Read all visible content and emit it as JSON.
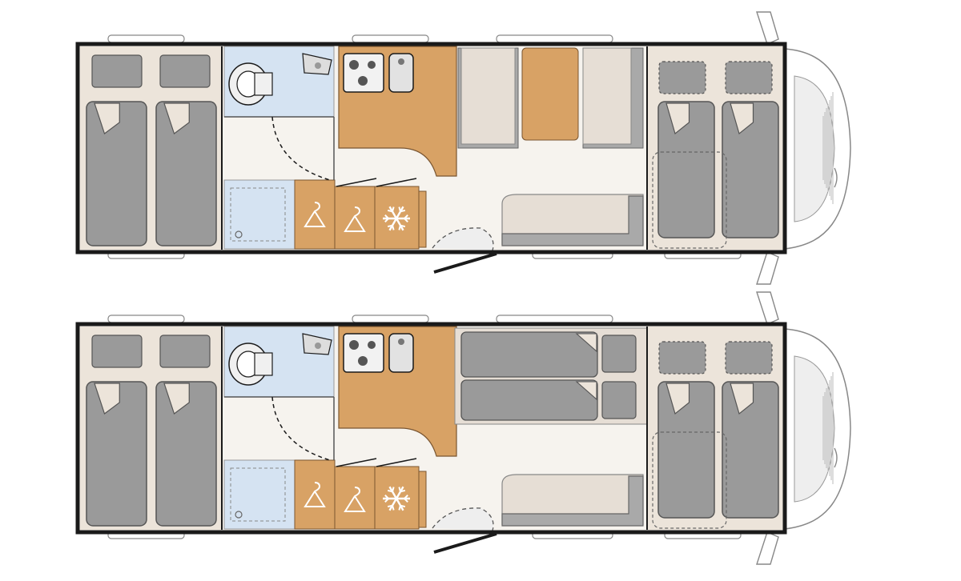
{
  "colors": {
    "wall": "#1a1a1a",
    "floor": "#f6f3ee",
    "bed_base": "#ece4da",
    "mattress": "#9a9a9a",
    "pillow": "#9a9a9a",
    "seat_light": "#e6ded5",
    "seat_grey": "#a9a9a9",
    "wood": "#d8a265",
    "bath": "#d5e3f2",
    "outline": "#777777",
    "white": "#ffffff"
  },
  "icons": {
    "fridge": "snowflake-icon",
    "wardrobe": "hanger-icon",
    "hob": "hob-icon",
    "sink": "sink-icon",
    "toilet": "toilet-icon",
    "shower": "shower-tray-icon"
  },
  "variants": [
    {
      "id": "dinette-day-layout",
      "dinette": "day"
    },
    {
      "id": "dinette-bed-layout",
      "dinette": "bed"
    }
  ]
}
